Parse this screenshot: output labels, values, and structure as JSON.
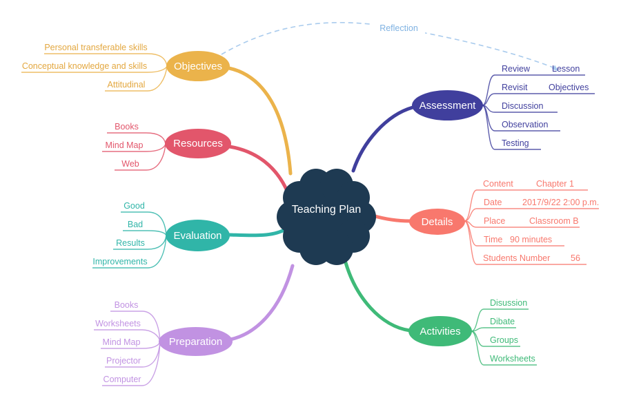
{
  "central": {
    "label": "Teaching Plan",
    "color": "#1E3A52"
  },
  "reflection": {
    "label": "Reflection",
    "color": "#7FB2E2",
    "line_color": "#A9CBED"
  },
  "branches": {
    "objectives": {
      "label": "Objectives",
      "color": "#EBB34B",
      "items": [
        "Personal transferable skills",
        "Conceptual knowledge and skills",
        "Attitudinal"
      ]
    },
    "resources": {
      "label": "Resources",
      "color": "#E2566B",
      "items": [
        "Books",
        "Mind Map",
        "Web"
      ]
    },
    "evaluation": {
      "label": "Evaluation",
      "color": "#30B5A8",
      "items": [
        "Good",
        "Bad",
        "Results",
        "Improvements"
      ]
    },
    "preparation": {
      "label": "Preparation",
      "color": "#C192E2",
      "items": [
        "Books",
        "Worksheets",
        "Mind Map",
        "Projector",
        "Computer"
      ]
    },
    "assessment": {
      "label": "Assessment",
      "color": "#403F9D",
      "items": [
        {
          "key": "Review",
          "value": "Lesson"
        },
        {
          "key": "Revisit",
          "value": "Objectives"
        },
        {
          "key": "Discussion",
          "value": ""
        },
        {
          "key": "Observation",
          "value": ""
        },
        {
          "key": "Testing",
          "value": ""
        }
      ]
    },
    "details": {
      "label": "Details",
      "color": "#F8786D",
      "items": [
        {
          "key": "Content",
          "value": "Chapter 1"
        },
        {
          "key": "Date",
          "value": "2017/9/22 2:00 p.m."
        },
        {
          "key": "Place",
          "value": "Classroom B"
        },
        {
          "key": "Time",
          "value": "90 minutes"
        },
        {
          "key": "Students Number",
          "value": "56"
        }
      ]
    },
    "activities": {
      "label": "Activities",
      "color": "#3FBA78",
      "items": [
        "Disussion",
        "Dibate",
        "Groups",
        "Worksheets"
      ]
    }
  }
}
